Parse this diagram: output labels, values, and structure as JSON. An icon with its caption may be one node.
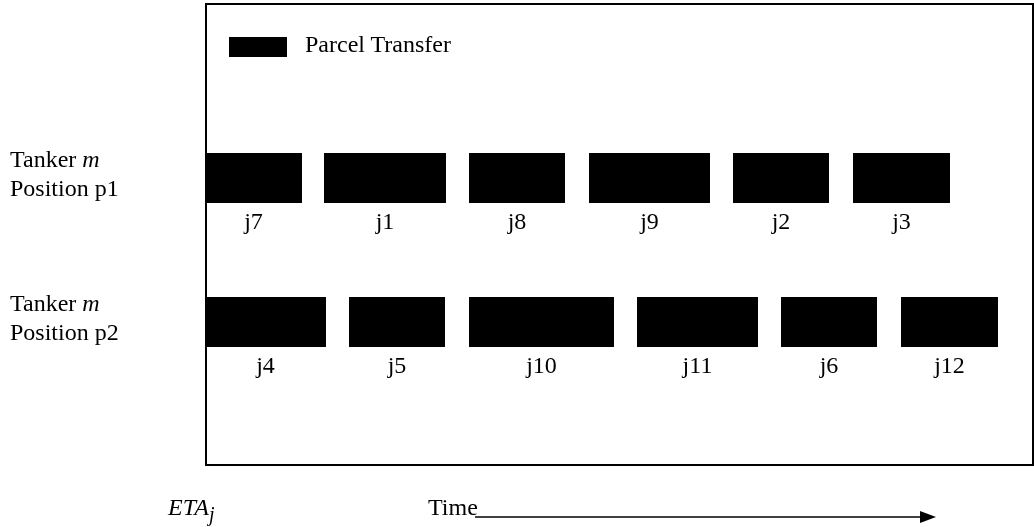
{
  "diagram": {
    "nodes": [
      {
        "text": [],
        "shape": "box"
      },
      {
        "text": [
          "j7"
        ],
        "in": 0
      },
      {
        "text": [
          "j1"
        ],
        "in": 0
      },
      {
        "text": [
          "j8"
        ],
        "in": 0
      },
      {
        "text": [
          "j9"
        ],
        "in": 0
      },
      {
        "text": [
          "j2"
        ],
        "in": 0
      },
      {
        "text": [
          "j3"
        ],
        "in": 0
      },
      {
        "text": [
          "j4"
        ],
        "in": 0
      },
      {
        "text": [
          "j5"
        ],
        "in": 0
      },
      {
        "text": [
          "j10"
        ],
        "in": 0
      },
      {
        "text": [
          "j11"
        ],
        "in": 0
      },
      {
        "text": [
          "j6"
        ],
        "in": 0
      },
      {
        "text": [
          "j12"
        ],
        "in": 0
      }
    ],
    "edges": [],
    "labels": [
      "Tanker *m* Position p1",
      "Tanker *m* Position p2",
      "*ETA*$_{j}$",
      "Time"
    ],
    "legend": [
      {
        "text": "Parcel Transfer",
        "color": "#000000"
      }
    ]
  }
}
